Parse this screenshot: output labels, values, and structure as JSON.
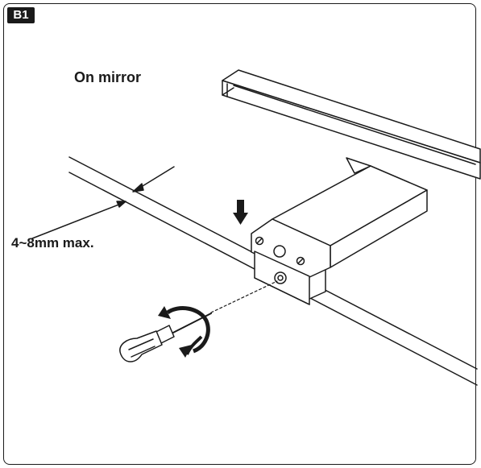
{
  "step_badge": "B1",
  "caption": "On mirror",
  "dimension_label": "4~8mm max.",
  "colors": {
    "line": "#1a1a1a",
    "background": "#ffffff"
  },
  "icons": [
    "screwdriver-icon",
    "rotation-arrow-icon",
    "down-arrow-icon",
    "screw-icon"
  ]
}
